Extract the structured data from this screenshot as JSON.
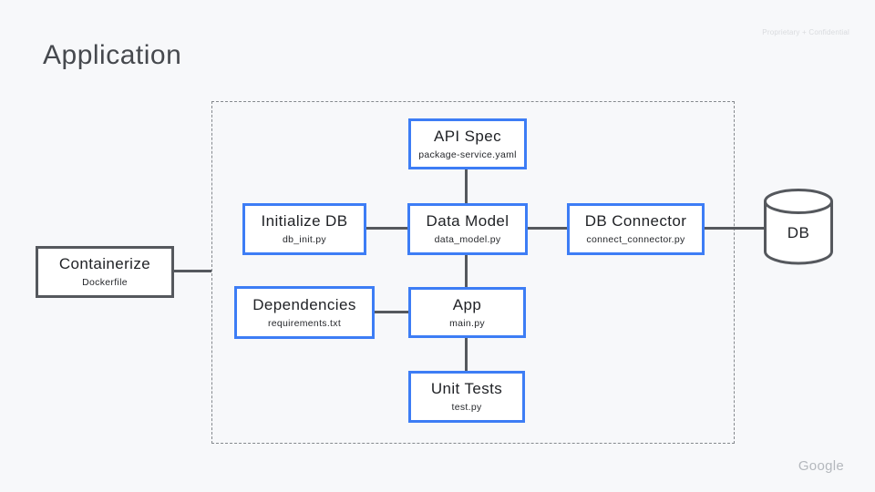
{
  "slide": {
    "title": "Application",
    "watermark": "Proprietary + Confidential",
    "brand": "Google"
  },
  "colors": {
    "accent_blue": "#3d7df5",
    "outline_gray": "#55585d",
    "background": "#f7f8fa"
  },
  "diagram": {
    "nodes": {
      "api_spec": {
        "label": "API Spec",
        "file": "package-service.yaml"
      },
      "initialize_db": {
        "label": "Initialize DB",
        "file": "db_init.py"
      },
      "data_model": {
        "label": "Data Model",
        "file": "data_model.py"
      },
      "db_connector": {
        "label": "DB Connector",
        "file": "connect_connector.py"
      },
      "containerize": {
        "label": "Containerize",
        "file": "Dockerfile"
      },
      "dependencies": {
        "label": "Dependencies",
        "file": "requirements.txt"
      },
      "app": {
        "label": "App",
        "file": "main.py"
      },
      "unit_tests": {
        "label": "Unit Tests",
        "file": "test.py"
      },
      "database": {
        "label": "DB"
      }
    }
  }
}
